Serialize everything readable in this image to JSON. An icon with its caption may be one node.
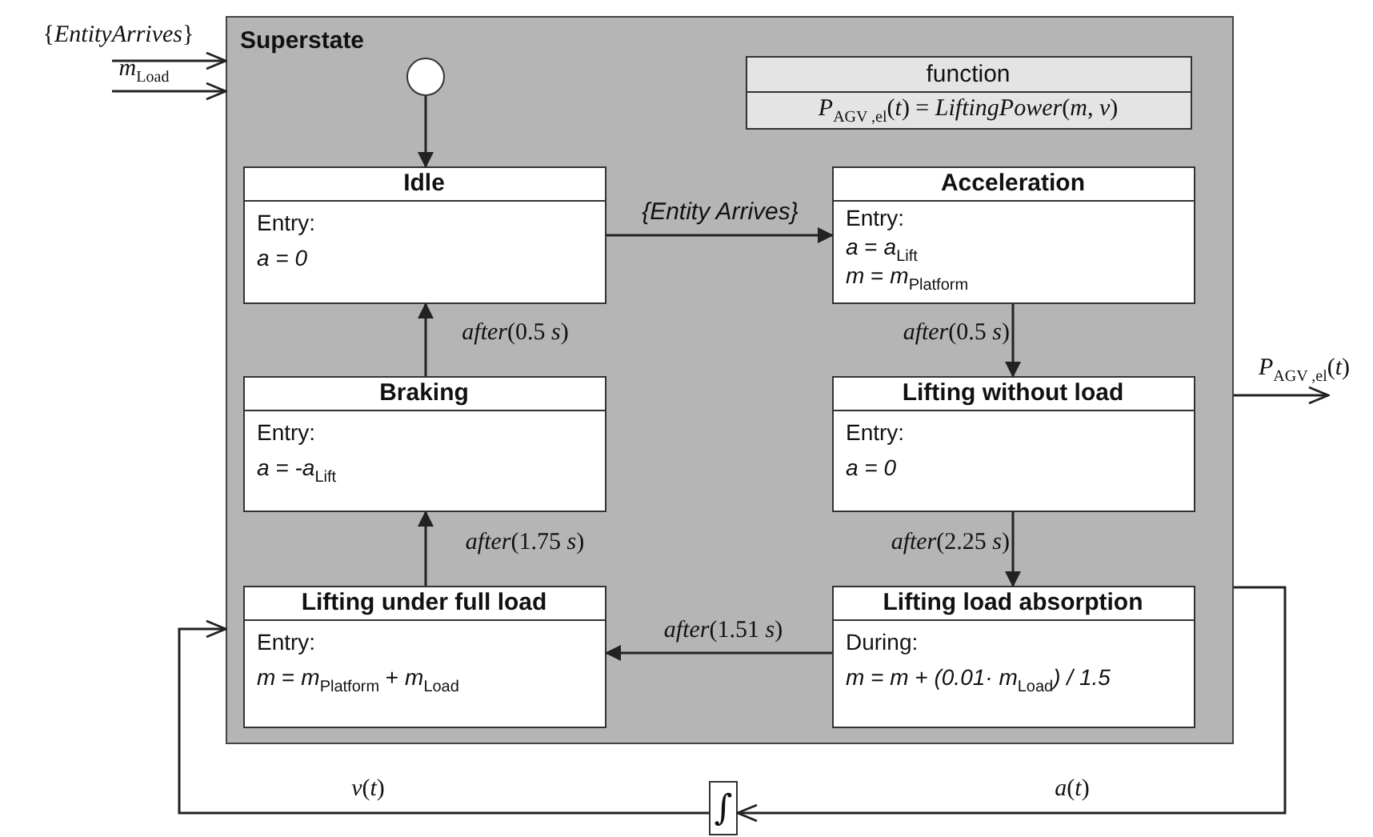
{
  "diagram": {
    "nodes": [
      {
        "text": [
          "Superstate"
        ]
      },
      {
        "text": [],
        "shape": "circle",
        "in": 0
      },
      {
        "text": [
          "function",
          "*P*$_{AGV ,el}$(*t*) = *LiftingPower*(*m*, *v*)"
        ],
        "in": 0
      },
      {
        "text": [
          "Idle",
          "Entry:",
          "*a = 0*"
        ],
        "in": 0
      },
      {
        "text": [
          "Acceleration",
          "Entry:",
          "*a* = *a*$_{Lift}$",
          "*m* = *m*$_{Platform}$"
        ],
        "in": 0
      },
      {
        "text": [
          "Braking",
          "Entry:",
          "*a = -a*$_{Lift}$"
        ],
        "in": 0
      },
      {
        "text": [
          "Lifting without load",
          "Entry:",
          "*a = 0*"
        ],
        "in": 0
      },
      {
        "text": [
          "Lifting under full load",
          "Entry:",
          "*m* = *m*$_{Platform}$ + *m*$_{Load}$"
        ],
        "in": 0
      },
      {
        "text": [
          "Lifting load absorption",
          "During:",
          "*m = m + (0.01· m*$_{Load}$*) / 1.5*"
        ],
        "in": 0
      },
      {
        "text": [
          "∫"
        ]
      }
    ],
    "edges": [
      {
        "from": null,
        "to": 0,
        "arrow": "to",
        "label": "{*EntityArrives*}"
      },
      {
        "from": null,
        "to": 0,
        "arrow": "to",
        "label": "*m*$_{Load}$"
      },
      {
        "from": 0,
        "to": null,
        "arrow": "to",
        "label": "*P*$_{AGV ,el}$(*t*)"
      },
      {
        "from": 1,
        "to": 3,
        "arrow": "to"
      },
      {
        "from": 3,
        "to": 4,
        "arrow": "to",
        "label": "{Entity Arrives}"
      },
      {
        "from": 4,
        "to": 6,
        "arrow": "to",
        "label": "*after*(0.5 *s*)"
      },
      {
        "from": 6,
        "to": 8,
        "arrow": "to",
        "label": "*after*(2.25 *s*)"
      },
      {
        "from": 8,
        "to": 7,
        "arrow": "to",
        "label": "*after*(1.51 *s*)"
      },
      {
        "from": 7,
        "to": 5,
        "arrow": "to",
        "label": "*after*(1.75 *s*)"
      },
      {
        "from": 5,
        "to": 3,
        "arrow": "to",
        "label": "*after*(0.5 *s*)"
      },
      {
        "from": 0,
        "to": 9,
        "arrow": "to",
        "label": "*a*(*t*)"
      },
      {
        "from": 9,
        "to": 0,
        "arrow": "to",
        "label": "*v*(*t*)"
      }
    ]
  }
}
